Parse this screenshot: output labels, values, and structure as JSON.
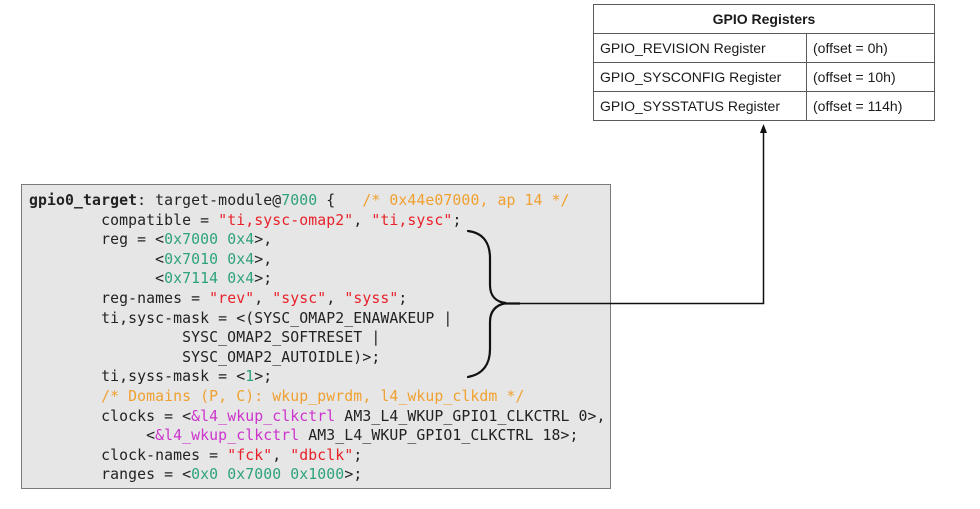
{
  "colors": {
    "plain": "#222222",
    "string": "#e8222a",
    "number": "#2ea37a",
    "comment": "#f0a030",
    "reference": "#cc33cc",
    "code_background": "#e6e6e6",
    "connector": "#111111"
  },
  "register_table": {
    "title": "GPIO Registers",
    "rows": [
      {
        "name": "GPIO_REVISION Register",
        "offset": "(offset = 0h)"
      },
      {
        "name": "GPIO_SYSCONFIG Register",
        "offset": "(offset = 10h)"
      },
      {
        "name": "GPIO_SYSSTATUS Register",
        "offset": "(offset = 114h)"
      }
    ]
  },
  "code_block": {
    "lines": [
      [
        {
          "t": "gpio0_target",
          "k": "bold"
        },
        {
          "t": ": target-module@",
          "k": "plain"
        },
        {
          "t": "7000",
          "k": "number"
        },
        {
          "t": " {   ",
          "k": "plain"
        },
        {
          "t": "/* 0x44e07000, ap 14 */",
          "k": "comment"
        }
      ],
      [
        {
          "t": "        compatible = ",
          "k": "plain"
        },
        {
          "t": "\"ti,sysc-omap2\"",
          "k": "string"
        },
        {
          "t": ", ",
          "k": "plain"
        },
        {
          "t": "\"ti,sysc\"",
          "k": "string"
        },
        {
          "t": ";",
          "k": "plain"
        }
      ],
      [
        {
          "t": "        reg = <",
          "k": "plain"
        },
        {
          "t": "0x7000 0x4",
          "k": "number"
        },
        {
          "t": ">,",
          "k": "plain"
        }
      ],
      [
        {
          "t": "              <",
          "k": "plain"
        },
        {
          "t": "0x7010 0x4",
          "k": "number"
        },
        {
          "t": ">,",
          "k": "plain"
        }
      ],
      [
        {
          "t": "              <",
          "k": "plain"
        },
        {
          "t": "0x7114 0x4",
          "k": "number"
        },
        {
          "t": ">;",
          "k": "plain"
        }
      ],
      [
        {
          "t": "        reg-names = ",
          "k": "plain"
        },
        {
          "t": "\"rev\"",
          "k": "string"
        },
        {
          "t": ", ",
          "k": "plain"
        },
        {
          "t": "\"sysc\"",
          "k": "string"
        },
        {
          "t": ", ",
          "k": "plain"
        },
        {
          "t": "\"syss\"",
          "k": "string"
        },
        {
          "t": ";",
          "k": "plain"
        }
      ],
      [
        {
          "t": "        ti,sysc-mask = <(SYSC_OMAP2_ENAWAKEUP |",
          "k": "plain"
        }
      ],
      [
        {
          "t": "                 SYSC_OMAP2_SOFTRESET |",
          "k": "plain"
        }
      ],
      [
        {
          "t": "                 SYSC_OMAP2_AUTOIDLE)>;",
          "k": "plain"
        }
      ],
      [
        {
          "t": "        ti,syss-mask = <",
          "k": "plain"
        },
        {
          "t": "1",
          "k": "number"
        },
        {
          "t": ">;",
          "k": "plain"
        }
      ],
      [
        {
          "t": "        /* Domains (P, C): wkup_pwrdm, l4_wkup_clkdm */",
          "k": "comment"
        }
      ],
      [
        {
          "t": "        clocks = <",
          "k": "plain"
        },
        {
          "t": "&l4_wkup_clkctrl",
          "k": "reference"
        },
        {
          "t": " AM3_L4_WKUP_GPIO1_CLKCTRL 0>,",
          "k": "plain"
        }
      ],
      [
        {
          "t": "             <",
          "k": "plain"
        },
        {
          "t": "&l4_wkup_clkctrl",
          "k": "reference"
        },
        {
          "t": " AM3_L4_WKUP_GPIO1_CLKCTRL 18>;",
          "k": "plain"
        }
      ],
      [
        {
          "t": "        clock-names = ",
          "k": "plain"
        },
        {
          "t": "\"fck\"",
          "k": "string"
        },
        {
          "t": ", ",
          "k": "plain"
        },
        {
          "t": "\"dbclk\"",
          "k": "string"
        },
        {
          "t": ";",
          "k": "plain"
        }
      ],
      [
        {
          "t": "        ranges = <",
          "k": "plain"
        },
        {
          "t": "0x0 0x7000 0x1000",
          "k": "number"
        },
        {
          "t": ">;",
          "k": "plain"
        }
      ]
    ]
  },
  "annotation": {
    "brace_spans": "reg (lines 3-9)",
    "arrow_target": "register_table"
  }
}
